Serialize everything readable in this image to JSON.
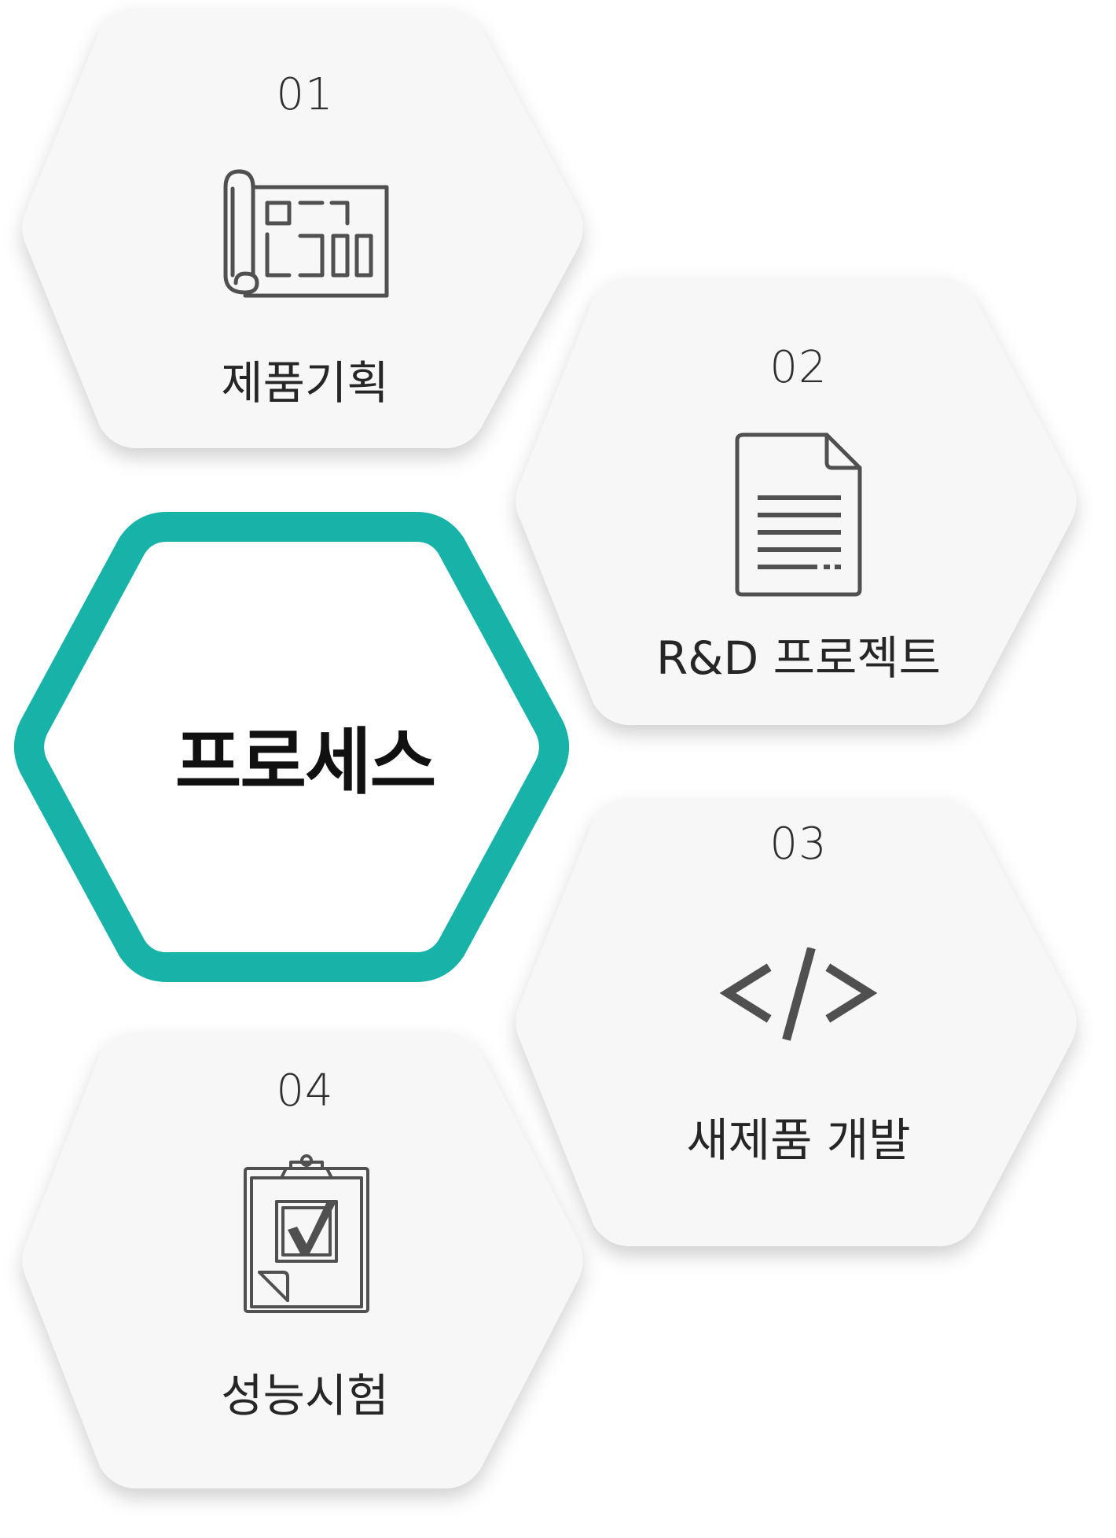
{
  "center": {
    "title": "프로세스"
  },
  "steps": [
    {
      "number": "01",
      "label": "제품기획",
      "icon": "blueprint-icon"
    },
    {
      "number": "02",
      "label": "R&D 프로젝트",
      "icon": "document-icon"
    },
    {
      "number": "03",
      "label": "새제품 개발",
      "icon": "code-icon"
    },
    {
      "number": "04",
      "label": "성능시험",
      "icon": "clipboard-check-icon"
    }
  ],
  "colors": {
    "accent": "#17b3a8",
    "card_fill": "#f7f7f7",
    "icon": "#505050",
    "text": "#262626"
  }
}
